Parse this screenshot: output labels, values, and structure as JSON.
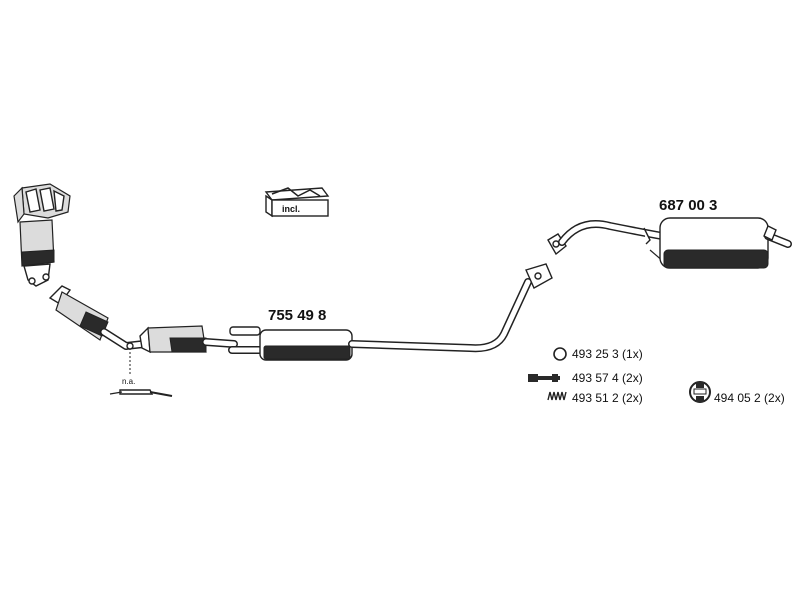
{
  "parts": {
    "middle_silencer": "755 49 8",
    "rear_silencer": "687 00 3",
    "mounting_kit": "incl."
  },
  "sensor_note": "n.a.",
  "legend": [
    {
      "icon": "ring-gasket-icon",
      "label": "493 25 3 (1x)"
    },
    {
      "icon": "bolt-icon",
      "label": "493 57 4 (2x)"
    },
    {
      "icon": "spring-icon",
      "label": "493 51 2 (2x)"
    },
    {
      "icon": "clamp-icon",
      "label": "494 05 2 (2x)"
    }
  ]
}
